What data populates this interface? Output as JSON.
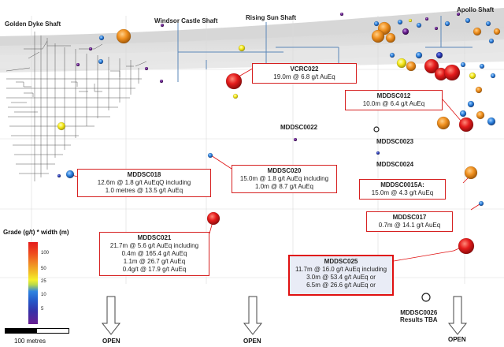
{
  "shafts": {
    "golden_dyke": "Golden Dyke Shaft",
    "windsor_castle": "Windsor Castle Shaft",
    "rising_sun": "Rising Sun Shaft",
    "apollo": "Apollo Shaft"
  },
  "holes": {
    "mddsc0022": "MDDSC0022",
    "mddsc0023": "MDDSC0023",
    "mddsc0024": "MDDSC0024",
    "mddsc0026_line1": "MDDSC0026",
    "mddsc0026_line2": "Results TBA"
  },
  "callouts": {
    "vcrc022": {
      "title": "VCRC022",
      "lines": [
        "19.0m @ 6.8 g/t AuEq"
      ]
    },
    "mddsc012": {
      "title": "MDDSC012",
      "lines": [
        "10.0m @ 6.4 g/t AuEq"
      ]
    },
    "mddsc018": {
      "title": "MDDSC018",
      "lines": [
        "12.6m @ 1.8 g/t AuEqQ including",
        "1.0 metres @ 13.5 g/t AuEq"
      ]
    },
    "mddsc020": {
      "title": "MDDSC020",
      "lines": [
        "15.0m @ 1.8 g/t AuEq including",
        "1.0m @ 8.7 g/t AuEq"
      ]
    },
    "mddsc015a": {
      "title": "MDDSC0015A:",
      "lines": [
        "15.0m @ 4.3 g/t AuEq"
      ]
    },
    "mddsc017": {
      "title": "MDDSC017",
      "lines": [
        "0.7m @ 14.1 g/t AuEq"
      ]
    },
    "mddsc021": {
      "title": "MDDSC021",
      "lines": [
        "21.7m @ 5.6 g/t AuEq including",
        "0.4m @ 165.4 g/t AuEq",
        "1.1m @ 26.7 g/t AuEq",
        "0.4g/t @ 17.9 g/t AuEq"
      ]
    },
    "mddsc025": {
      "title": "MDDSC025",
      "lines": [
        "11.7m @ 16.0 g/t AuEq including",
        "3.0m @ 53.4 g/t AuEq or",
        "6.5m @ 26.6 g/t AuEq or"
      ]
    }
  },
  "legend": {
    "title": "Grade (g/t) * width (m)",
    "ticks": [
      "100",
      "50",
      "25",
      "10",
      "5"
    ],
    "colors": {
      "red": "#e41b1b",
      "orange": "#f08a24",
      "yellow": "#f6ef2a",
      "blue": "#2f84e0",
      "purple": "#6a1f92"
    }
  },
  "scale_label": "100 metres",
  "open_label": "OPEN"
}
